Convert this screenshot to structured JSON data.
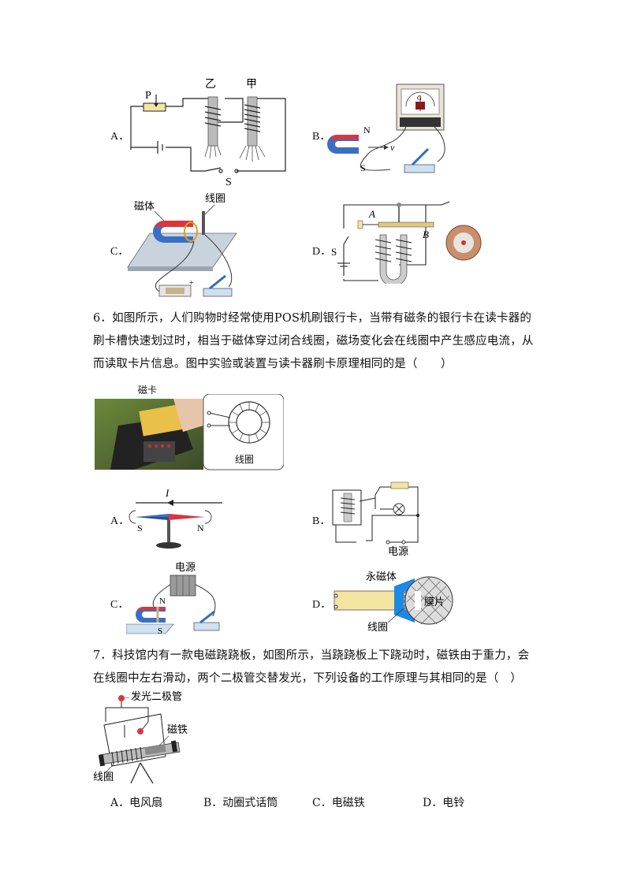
{
  "q5_figures": {
    "A": {
      "label": "A．",
      "p": "P",
      "yi": "乙",
      "jia": "甲",
      "s": "S"
    },
    "B": {
      "label": "B．",
      "n": "N",
      "s": "S",
      "v": "v",
      "g": "G"
    },
    "C": {
      "label": "C．",
      "magnet": "磁体",
      "coil": "线圈",
      "plus": "+"
    },
    "D": {
      "label": "D．",
      "s": "S",
      "a": "A",
      "b": "B"
    }
  },
  "q6": {
    "text": "6．如图所示，人们购物时经常使用POS机刷银行卡，当带有磁条的银行卡在读卡器的刷卡槽快速划过时，相当于磁体穿过闭合线圈，磁场变化会在线圈中产生感应电流，从而读取卡片信息。图中实验或装置与读卡器刷卡原理相同的是（　　）",
    "card_label": "磁卡",
    "coil_label": "线圈",
    "A": {
      "label": "A．",
      "i": "I",
      "s": "S",
      "n": "N"
    },
    "B": {
      "label": "B．",
      "power": "电源"
    },
    "C": {
      "label": "C．",
      "power": "电源",
      "n": "N",
      "s": "S"
    },
    "D": {
      "label": "D．",
      "magnet": "永磁体",
      "film": "膜片",
      "coil": "线圈"
    }
  },
  "q7": {
    "text": "7．科技馆内有一款电磁跷跷板，如图所示，当跷跷板上下跷动时，磁铁由于重力，会在线圈中左右滑动，两个二极管交替发光，下列设备的工作原理与其相同的是（　）",
    "led_label": "发光二极管",
    "magnet_label": "磁铁",
    "coil_label": "线圈",
    "options": [
      "A．电风扇",
      "B．动圈式话筒",
      "C．电磁铁",
      "D．电铃"
    ]
  },
  "colors": {
    "magnet_red": "#d9363e",
    "magnet_blue": "#3a6fc4",
    "yellow": "#f3e4a0",
    "blue_fill": "#1e88e5"
  }
}
